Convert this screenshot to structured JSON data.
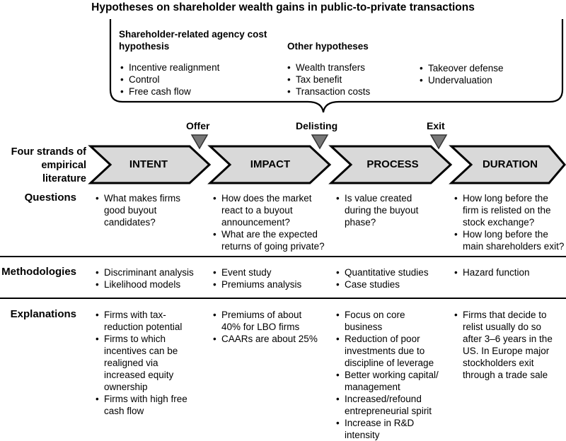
{
  "title": "Hypotheses on shareholder wealth gains in public-to-private transactions",
  "hypotheses": {
    "agency_heading": "Shareholder-related agency cost hypothesis",
    "agency_items": [
      "Incentive realignment",
      "Control",
      "Free cash flow"
    ],
    "other_heading": "Other hypotheses",
    "other_items_col1": [
      "Wealth transfers",
      "Tax benefit",
      "Transaction costs"
    ],
    "other_items_col2": [
      "Takeover defense",
      "Undervaluation"
    ]
  },
  "markers": [
    "Offer",
    "Delisting",
    "Exit"
  ],
  "row_labels": {
    "strands": "Four strands of empirical literature",
    "questions": "Questions",
    "methodologies": "Methodologies",
    "explanations": "Explanations"
  },
  "stages": [
    "INTENT",
    "IMPACT",
    "PROCESS",
    "DURATION"
  ],
  "questions": [
    [
      "What makes firms good buyout candidates?"
    ],
    [
      "How does the market react to a buyout announcement?",
      "What are the expected returns of going private?"
    ],
    [
      "Is value created during the buyout phase?"
    ],
    [
      "How long before the firm is relisted on the stock exchange?",
      "How long before the main shareholders exit?"
    ]
  ],
  "methodologies": [
    [
      "Discriminant analysis",
      "Likelihood models"
    ],
    [
      "Event study",
      "Premiums analysis"
    ],
    [
      "Quantitative studies",
      "Case studies"
    ],
    [
      "Hazard function"
    ]
  ],
  "explanations": [
    [
      "Firms with tax-reduction potential",
      "Firms to which incentives can be realigned via increased equity ownership",
      "Firms with high free cash flow"
    ],
    [
      "Premiums of about 40% for LBO firms",
      "CAARs are about 25%"
    ],
    [
      "Focus on core business",
      "Reduction of poor investments due to discipline of leverage",
      "Better working capital/ management",
      "Increased/refound entrepreneurial spirit",
      "Increase in R&D intensity"
    ],
    [
      "Firms that decide to relist usually do so after 3–6 years in the US. In Europe major stockholders exit through a trade sale"
    ]
  ],
  "colors": {
    "chevron_fill": "#d9d9d9",
    "marker_fill": "#777777",
    "line": "#000000"
  }
}
